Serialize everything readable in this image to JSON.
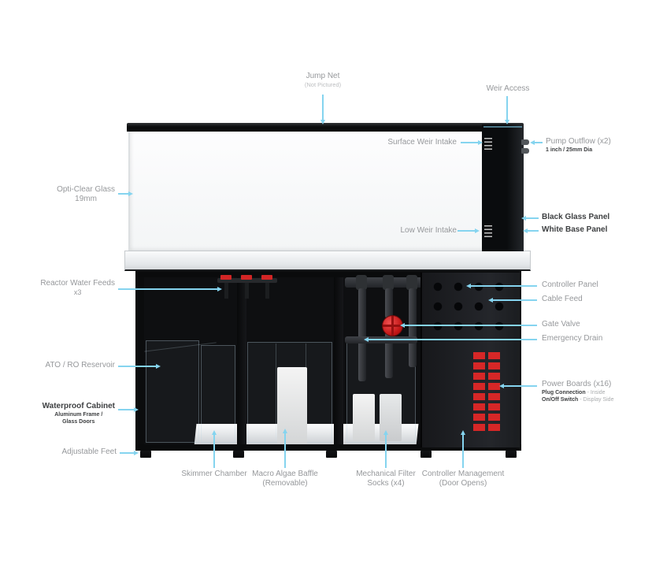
{
  "colors": {
    "arrow": "#85d4ef",
    "label_text": "#96989b",
    "label_bold": "#3e4042",
    "valve_red": "#d22525",
    "power_board_red": "#d62727",
    "cabinet_black": "#0e0f11",
    "base_panel_white": "#eef0f2",
    "weir_black": "#0a0c0e"
  },
  "labels": {
    "jump_net": {
      "title": "Jump Net",
      "sub": "(Not Pictured)"
    },
    "weir_access": {
      "title": "Weir Access"
    },
    "surface_weir_intake": {
      "title": "Surface Weir Intake"
    },
    "pump_outflow": {
      "title": "Pump Outflow (x2)",
      "sub": "1 inch / 25mm Dia"
    },
    "opti_clear_glass": {
      "title": "Opti-Clear Glass",
      "sub": "19mm"
    },
    "black_glass_panel": {
      "title": "Black Glass Panel"
    },
    "white_base_panel": {
      "title": "White Base Panel"
    },
    "low_weir_intake": {
      "title": "Low Weir Intake"
    },
    "reactor_water_feeds": {
      "title": "Reactor Water Feeds",
      "sub": "x3"
    },
    "controller_panel": {
      "title": "Controller Panel"
    },
    "cable_feed": {
      "title": "Cable Feed"
    },
    "gate_valve": {
      "title": "Gate Valve"
    },
    "emergency_drain": {
      "title": "Emergency Drain"
    },
    "ato_ro_reservoir": {
      "title": "ATO / RO Reservoir"
    },
    "power_boards": {
      "title": "Power Boards (x16)",
      "plug_bold": "Plug Connection",
      "plug_rest": "- Inside",
      "switch_bold": "On/Off Switch",
      "switch_rest": "- Display Side"
    },
    "waterproof_cabinet": {
      "title": "Waterproof Cabinet",
      "sub1": "Aluminum Frame /",
      "sub2": "Glass Doors"
    },
    "adjustable_feet": {
      "title": "Adjustable Feet"
    },
    "skimmer_chamber": {
      "title": "Skimmer Chamber"
    },
    "macro_algae_baffle": {
      "title": "Macro Algae Baffle",
      "sub": "(Removable)"
    },
    "mechanical_filter_socks": {
      "title": "Mechanical Filter",
      "sub": "Socks (x4)"
    },
    "controller_management": {
      "title": "Controller Management",
      "sub": "(Door Opens)"
    }
  }
}
